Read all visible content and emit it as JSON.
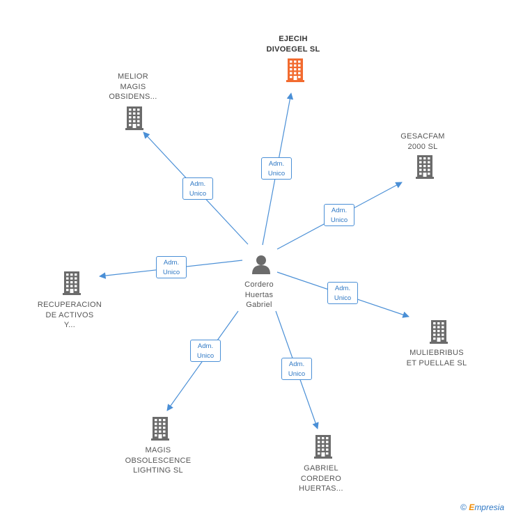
{
  "center": {
    "label_lines": [
      "Cordero",
      "Huertas",
      "Gabriel"
    ],
    "icon": "person-icon"
  },
  "companies": [
    {
      "id": "ejecih",
      "label_lines": [
        "EJECIH",
        "DIVOEGEL  SL"
      ],
      "highlight": true,
      "icon": "building-icon"
    },
    {
      "id": "melior",
      "label_lines": [
        "MELIOR",
        "MAGIS",
        "OBSIDENS..."
      ],
      "icon": "building-icon"
    },
    {
      "id": "gesacfam",
      "label_lines": [
        "GESACFAM",
        "2000 SL"
      ],
      "icon": "building-icon"
    },
    {
      "id": "recuperacion",
      "label_lines": [
        "RECUPERACION",
        "DE ACTIVOS",
        "Y..."
      ],
      "icon": "building-icon"
    },
    {
      "id": "muliebribus",
      "label_lines": [
        "MULIEBRIBUS",
        "ET PUELLAE SL"
      ],
      "icon": "building-icon"
    },
    {
      "id": "magis",
      "label_lines": [
        "MAGIS",
        "OBSOLESCENCE",
        "LIGHTING  SL"
      ],
      "icon": "building-icon"
    },
    {
      "id": "gabriel",
      "label_lines": [
        "GABRIEL",
        "CORDERO",
        "HUERTAS..."
      ],
      "icon": "building-icon"
    }
  ],
  "edges": [
    {
      "to": "ejecih",
      "role": [
        "Adm.",
        "Unico"
      ]
    },
    {
      "to": "melior",
      "role": [
        "Adm.",
        "Unico"
      ]
    },
    {
      "to": "gesacfam",
      "role": [
        "Adm.",
        "Unico"
      ]
    },
    {
      "to": "recuperacion",
      "role": [
        "Adm.",
        "Unico"
      ]
    },
    {
      "to": "muliebribus",
      "role": [
        "Adm.",
        "Unico"
      ]
    },
    {
      "to": "magis",
      "role": [
        "Adm.",
        "Unico"
      ]
    },
    {
      "to": "gabriel",
      "role": [
        "Adm.",
        "Unico"
      ]
    }
  ],
  "colors": {
    "edge": "#4a8fd6",
    "building": "#6b6b6b",
    "building_highlight": "#f26b2f",
    "person": "#6b6b6b"
  },
  "watermark": {
    "symbol": "©",
    "brand_first": "E",
    "brand_rest": "mpresia"
  }
}
